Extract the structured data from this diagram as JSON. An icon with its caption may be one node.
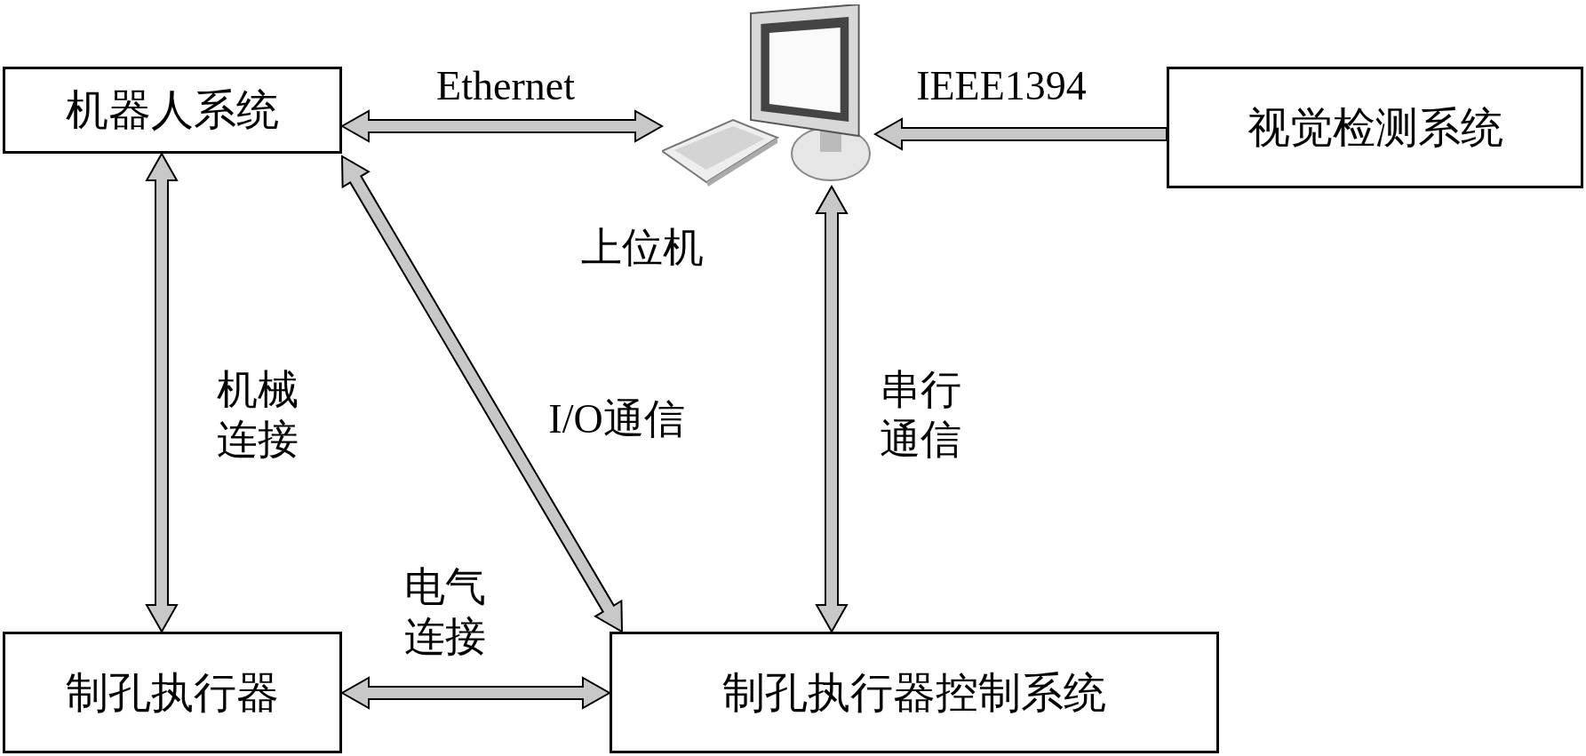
{
  "diagram": {
    "nodes": [
      {
        "text": [
          "机器人系统"
        ]
      },
      {
        "text": [],
        "shape": "picture",
        "beside": [
          "上位机"
        ]
      },
      {
        "text": [
          "视觉检测系统"
        ]
      },
      {
        "text": [
          "制孔执行器"
        ]
      },
      {
        "text": [
          "制孔执行器控制系统"
        ]
      }
    ],
    "edges": [
      {
        "from": 0,
        "to": 1,
        "arrow": "both",
        "label": "Ethernet"
      },
      {
        "from": 2,
        "to": 1,
        "arrow": "to",
        "label": "IEEE1394"
      },
      {
        "from": 0,
        "to": 3,
        "arrow": "both",
        "label": "机械连接"
      },
      {
        "from": 0,
        "to": 4,
        "arrow": "both",
        "label": "I/O通信"
      },
      {
        "from": 1,
        "to": 4,
        "arrow": "both",
        "label": "串行通信"
      },
      {
        "from": 3,
        "to": 4,
        "arrow": "both",
        "label": "电气连接"
      }
    ]
  }
}
